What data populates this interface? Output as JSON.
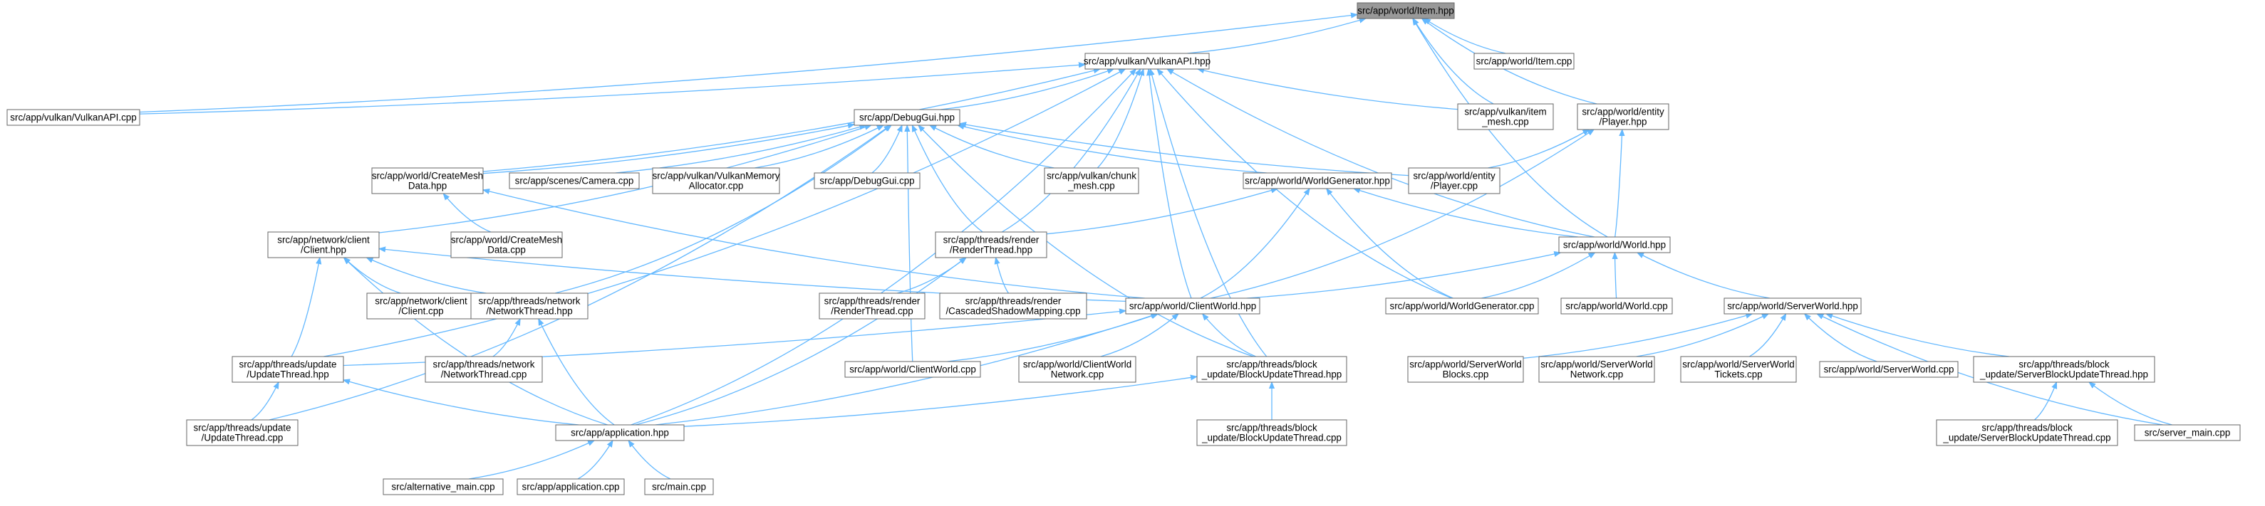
{
  "nodes": [
    {
      "id": "item_hpp",
      "lines": [
        "src/app/world/Item.hpp"
      ],
      "root": true
    },
    {
      "id": "item_cpp",
      "lines": [
        "src/app/world/Item.cpp"
      ]
    },
    {
      "id": "vulkanapi_hpp",
      "lines": [
        "src/app/vulkan/VulkanAPI.hpp"
      ]
    },
    {
      "id": "vulkanapi_cpp",
      "lines": [
        "src/app/vulkan/VulkanAPI.cpp"
      ]
    },
    {
      "id": "item_mesh_cpp",
      "lines": [
        "src/app/vulkan/item",
        "_mesh.cpp"
      ]
    },
    {
      "id": "player_hpp",
      "lines": [
        "src/app/world/entity",
        "/Player.hpp"
      ]
    },
    {
      "id": "debuggui_hpp",
      "lines": [
        "src/app/DebugGui.hpp"
      ]
    },
    {
      "id": "createmesh_hpp",
      "lines": [
        "src/app/world/CreateMesh",
        "Data.hpp"
      ]
    },
    {
      "id": "camera_cpp",
      "lines": [
        "src/app/scenes/Camera.cpp"
      ]
    },
    {
      "id": "vulkanmemory_cpp",
      "lines": [
        "src/app/vulkan/VulkanMemory",
        "Allocator.cpp"
      ]
    },
    {
      "id": "debuggui_cpp",
      "lines": [
        "src/app/DebugGui.cpp"
      ]
    },
    {
      "id": "chunk_mesh_cpp",
      "lines": [
        "src/app/vulkan/chunk",
        "_mesh.cpp"
      ]
    },
    {
      "id": "worldgenerator_hpp",
      "lines": [
        "src/app/world/WorldGenerator.hpp"
      ]
    },
    {
      "id": "player_cpp",
      "lines": [
        "src/app/world/entity",
        "/Player.cpp"
      ]
    },
    {
      "id": "createmesh_cpp",
      "lines": [
        "src/app/world/CreateMesh",
        "Data.cpp"
      ]
    },
    {
      "id": "client_hpp",
      "lines": [
        "src/app/network/client",
        "/Client.hpp"
      ]
    },
    {
      "id": "renderthread_hpp",
      "lines": [
        "src/app/threads/render",
        "/RenderThread.hpp"
      ]
    },
    {
      "id": "world_hpp",
      "lines": [
        "src/app/world/World.hpp"
      ]
    },
    {
      "id": "client_cpp",
      "lines": [
        "src/app/network/client",
        "/Client.cpp"
      ]
    },
    {
      "id": "networkthread_hpp",
      "lines": [
        "src/app/threads/network",
        "/NetworkThread.hpp"
      ]
    },
    {
      "id": "renderthread_cpp",
      "lines": [
        "src/app/threads/render",
        "/RenderThread.cpp"
      ]
    },
    {
      "id": "cascaded_cpp",
      "lines": [
        "src/app/threads/render",
        "/CascadedShadowMapping.cpp"
      ]
    },
    {
      "id": "clientworld_hpp",
      "lines": [
        "src/app/world/ClientWorld.hpp"
      ]
    },
    {
      "id": "worldgenerator_cpp",
      "lines": [
        "src/app/world/WorldGenerator.cpp"
      ]
    },
    {
      "id": "world_cpp",
      "lines": [
        "src/app/world/World.cpp"
      ]
    },
    {
      "id": "serverworld_hpp",
      "lines": [
        "src/app/world/ServerWorld.hpp"
      ]
    },
    {
      "id": "updatethread_hpp",
      "lines": [
        "src/app/threads/update",
        "/UpdateThread.hpp"
      ]
    },
    {
      "id": "networkthread_cpp",
      "lines": [
        "src/app/threads/network",
        "/NetworkThread.cpp"
      ]
    },
    {
      "id": "clientworld_cpp",
      "lines": [
        "src/app/world/ClientWorld.cpp"
      ]
    },
    {
      "id": "clientworldnetwork_cpp",
      "lines": [
        "src/app/world/ClientWorld",
        "Network.cpp"
      ]
    },
    {
      "id": "blockupdate_hpp",
      "lines": [
        "src/app/threads/block",
        "_update/BlockUpdateThread.hpp"
      ]
    },
    {
      "id": "serverworldblocks_cpp",
      "lines": [
        "src/app/world/ServerWorld",
        "Blocks.cpp"
      ]
    },
    {
      "id": "serverworldnetwork_cpp",
      "lines": [
        "src/app/world/ServerWorld",
        "Network.cpp"
      ]
    },
    {
      "id": "serverworldtickets_cpp",
      "lines": [
        "src/app/world/ServerWorld",
        "Tickets.cpp"
      ]
    },
    {
      "id": "serverworld_cpp",
      "lines": [
        "src/app/world/ServerWorld.cpp"
      ]
    },
    {
      "id": "serverblockupdate_hpp",
      "lines": [
        "src/app/threads/block",
        "_update/ServerBlockUpdateThread.hpp"
      ]
    },
    {
      "id": "updatethread_cpp",
      "lines": [
        "src/app/threads/update",
        "/UpdateThread.cpp"
      ]
    },
    {
      "id": "application_hpp",
      "lines": [
        "src/app/application.hpp"
      ]
    },
    {
      "id": "blockupdate_cpp",
      "lines": [
        "src/app/threads/block",
        "_update/BlockUpdateThread.cpp"
      ]
    },
    {
      "id": "serverblockupdate_cpp",
      "lines": [
        "src/app/threads/block",
        "_update/ServerBlockUpdateThread.cpp"
      ]
    },
    {
      "id": "server_main_cpp",
      "lines": [
        "src/server_main.cpp"
      ]
    },
    {
      "id": "alternative_main_cpp",
      "lines": [
        "src/alternative_main.cpp"
      ]
    },
    {
      "id": "application_cpp",
      "lines": [
        "src/app/application.cpp"
      ]
    },
    {
      "id": "main_cpp",
      "lines": [
        "src/main.cpp"
      ]
    }
  ],
  "edges": [
    [
      "item_cpp",
      "item_hpp"
    ],
    [
      "vulkanapi_hpp",
      "item_hpp"
    ],
    [
      "vulkanapi_cpp",
      "item_hpp"
    ],
    [
      "item_mesh_cpp",
      "item_hpp"
    ],
    [
      "player_hpp",
      "item_hpp"
    ],
    [
      "world_hpp",
      "item_hpp"
    ],
    [
      "vulkanapi_cpp",
      "vulkanapi_hpp"
    ],
    [
      "item_mesh_cpp",
      "vulkanapi_hpp"
    ],
    [
      "debuggui_hpp",
      "vulkanapi_hpp"
    ],
    [
      "createmesh_hpp",
      "vulkanapi_hpp"
    ],
    [
      "chunk_mesh_cpp",
      "vulkanapi_hpp"
    ],
    [
      "renderthread_hpp",
      "vulkanapi_hpp"
    ],
    [
      "clientworld_hpp",
      "vulkanapi_hpp"
    ],
    [
      "world_hpp",
      "vulkanapi_hpp"
    ],
    [
      "worldgenerator_cpp",
      "vulkanapi_hpp"
    ],
    [
      "updatethread_hpp",
      "vulkanapi_hpp"
    ],
    [
      "application_hpp",
      "vulkanapi_hpp"
    ],
    [
      "blockupdate_hpp",
      "vulkanapi_hpp"
    ],
    [
      "camera_cpp",
      "debuggui_hpp"
    ],
    [
      "vulkanmemory_cpp",
      "debuggui_hpp"
    ],
    [
      "debuggui_cpp",
      "debuggui_hpp"
    ],
    [
      "chunk_mesh_cpp",
      "debuggui_hpp"
    ],
    [
      "worldgenerator_hpp",
      "debuggui_hpp"
    ],
    [
      "player_cpp",
      "debuggui_hpp"
    ],
    [
      "createmesh_hpp",
      "debuggui_hpp"
    ],
    [
      "client_hpp",
      "debuggui_hpp"
    ],
    [
      "renderthread_hpp",
      "debuggui_hpp"
    ],
    [
      "networkthread_hpp",
      "debuggui_hpp"
    ],
    [
      "clientworld_cpp",
      "debuggui_hpp"
    ],
    [
      "blockupdate_hpp",
      "debuggui_hpp"
    ],
    [
      "updatethread_cpp",
      "debuggui_hpp"
    ],
    [
      "player_cpp",
      "player_hpp"
    ],
    [
      "world_hpp",
      "player_hpp"
    ],
    [
      "clientworld_hpp",
      "player_hpp"
    ],
    [
      "createmesh_cpp",
      "createmesh_hpp"
    ],
    [
      "clientworld_hpp",
      "createmesh_hpp"
    ],
    [
      "renderthread_hpp",
      "worldgenerator_hpp"
    ],
    [
      "world_hpp",
      "worldgenerator_hpp"
    ],
    [
      "clientworld_hpp",
      "worldgenerator_hpp"
    ],
    [
      "worldgenerator_cpp",
      "worldgenerator_hpp"
    ],
    [
      "client_cpp",
      "client_hpp"
    ],
    [
      "networkthread_hpp",
      "client_hpp"
    ],
    [
      "clientworld_hpp",
      "client_hpp"
    ],
    [
      "updatethread_hpp",
      "client_hpp"
    ],
    [
      "application_hpp",
      "client_hpp"
    ],
    [
      "renderthread_cpp",
      "renderthread_hpp"
    ],
    [
      "cascaded_cpp",
      "renderthread_hpp"
    ],
    [
      "application_hpp",
      "renderthread_hpp"
    ],
    [
      "clientworld_hpp",
      "world_hpp"
    ],
    [
      "worldgenerator_cpp",
      "world_hpp"
    ],
    [
      "world_cpp",
      "world_hpp"
    ],
    [
      "serverworld_hpp",
      "world_hpp"
    ],
    [
      "networkthread_cpp",
      "networkthread_hpp"
    ],
    [
      "application_hpp",
      "networkthread_hpp"
    ],
    [
      "clientworld_cpp",
      "clientworld_hpp"
    ],
    [
      "clientworldnetwork_cpp",
      "clientworld_hpp"
    ],
    [
      "blockupdate_hpp",
      "clientworld_hpp"
    ],
    [
      "updatethread_hpp",
      "clientworld_hpp"
    ],
    [
      "application_hpp",
      "clientworld_hpp"
    ],
    [
      "serverworldblocks_cpp",
      "serverworld_hpp"
    ],
    [
      "serverworldnetwork_cpp",
      "serverworld_hpp"
    ],
    [
      "serverworldtickets_cpp",
      "serverworld_hpp"
    ],
    [
      "serverworld_cpp",
      "serverworld_hpp"
    ],
    [
      "serverblockupdate_hpp",
      "serverworld_hpp"
    ],
    [
      "server_main_cpp",
      "serverworld_hpp"
    ],
    [
      "updatethread_cpp",
      "updatethread_hpp"
    ],
    [
      "application_hpp",
      "updatethread_hpp"
    ],
    [
      "application_hpp",
      "blockupdate_hpp"
    ],
    [
      "blockupdate_cpp",
      "blockupdate_hpp"
    ],
    [
      "serverblockupdate_cpp",
      "serverblockupdate_hpp"
    ],
    [
      "server_main_cpp",
      "serverblockupdate_hpp"
    ],
    [
      "alternative_main_cpp",
      "application_hpp"
    ],
    [
      "application_cpp",
      "application_hpp"
    ],
    [
      "main_cpp",
      "application_hpp"
    ]
  ],
  "colors": {
    "edge": "#63b8ff",
    "node_border": "#666666",
    "node_fill": "#ffffff",
    "root_fill": "#999999"
  }
}
